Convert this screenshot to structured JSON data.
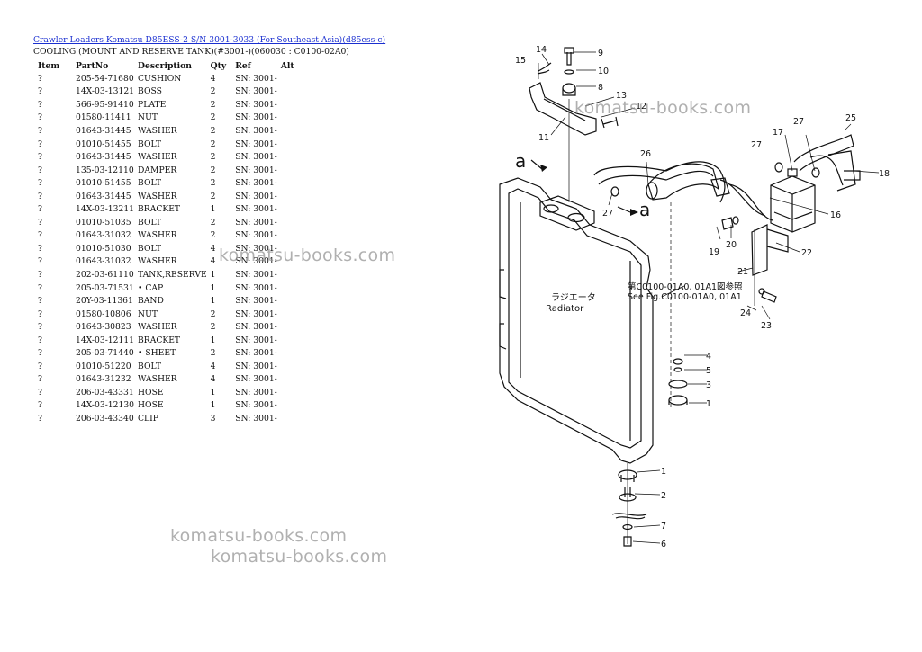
{
  "header": {
    "breadcrumb": "Crawler Loaders Komatsu D85ESS-2 S/N 3001-3033 (For Southeast Asia)(d85ess-c)",
    "subtitle": "COOLING (MOUNT AND RESERVE TANK)(#3001-)(060030 : C0100-02A0)"
  },
  "table": {
    "columns": [
      "Item",
      "PartNo",
      "Description",
      "Qty",
      "Ref",
      "Alt"
    ],
    "rows": [
      {
        "item": "?",
        "part": "205-54-71680",
        "desc": "CUSHION",
        "qty": "4",
        "ref": "SN: 3001-"
      },
      {
        "item": "?",
        "part": "14X-03-13121",
        "desc": "BOSS",
        "qty": "2",
        "ref": "SN: 3001-"
      },
      {
        "item": "?",
        "part": "566-95-91410",
        "desc": "PLATE",
        "qty": "2",
        "ref": "SN: 3001-"
      },
      {
        "item": "?",
        "part": "01580-11411",
        "desc": "NUT",
        "qty": "2",
        "ref": "SN: 3001-"
      },
      {
        "item": "?",
        "part": "01643-31445",
        "desc": "WASHER",
        "qty": "2",
        "ref": "SN: 3001-"
      },
      {
        "item": "?",
        "part": "01010-51455",
        "desc": "BOLT",
        "qty": "2",
        "ref": "SN: 3001-"
      },
      {
        "item": "?",
        "part": "01643-31445",
        "desc": "WASHER",
        "qty": "2",
        "ref": "SN: 3001-"
      },
      {
        "item": "?",
        "part": "135-03-12110",
        "desc": "DAMPER",
        "qty": "2",
        "ref": "SN: 3001-"
      },
      {
        "item": "?",
        "part": "01010-51455",
        "desc": "BOLT",
        "qty": "2",
        "ref": "SN: 3001-"
      },
      {
        "item": "?",
        "part": "01643-31445",
        "desc": "WASHER",
        "qty": "2",
        "ref": "SN: 3001-"
      },
      {
        "item": "?",
        "part": "14X-03-13211",
        "desc": "BRACKET",
        "qty": "1",
        "ref": "SN: 3001-"
      },
      {
        "item": "?",
        "part": "01010-51035",
        "desc": "BOLT",
        "qty": "2",
        "ref": "SN: 3001-"
      },
      {
        "item": "?",
        "part": "01643-31032",
        "desc": "WASHER",
        "qty": "2",
        "ref": "SN: 3001-"
      },
      {
        "item": "?",
        "part": "01010-51030",
        "desc": "BOLT",
        "qty": "4",
        "ref": "SN: 3001-"
      },
      {
        "item": "?",
        "part": "01643-31032",
        "desc": "WASHER",
        "qty": "4",
        "ref": "SN: 3001-"
      },
      {
        "item": "?",
        "part": "202-03-61110",
        "desc": "TANK,RESERVE",
        "qty": "1",
        "ref": "SN: 3001-"
      },
      {
        "item": "?",
        "part": "205-03-71531",
        "desc": "• CAP",
        "qty": "1",
        "ref": "SN: 3001-"
      },
      {
        "item": "?",
        "part": "20Y-03-11361",
        "desc": "BAND",
        "qty": "1",
        "ref": "SN: 3001-"
      },
      {
        "item": "?",
        "part": "01580-10806",
        "desc": "NUT",
        "qty": "2",
        "ref": "SN: 3001-"
      },
      {
        "item": "?",
        "part": "01643-30823",
        "desc": "WASHER",
        "qty": "2",
        "ref": "SN: 3001-"
      },
      {
        "item": "?",
        "part": "14X-03-12111",
        "desc": "BRACKET",
        "qty": "1",
        "ref": "SN: 3001-"
      },
      {
        "item": "?",
        "part": "205-03-71440",
        "desc": "• SHEET",
        "qty": "2",
        "ref": "SN: 3001-"
      },
      {
        "item": "?",
        "part": "01010-51220",
        "desc": "BOLT",
        "qty": "4",
        "ref": "SN: 3001-"
      },
      {
        "item": "?",
        "part": "01643-31232",
        "desc": "WASHER",
        "qty": "4",
        "ref": "SN: 3001-"
      },
      {
        "item": "?",
        "part": "206-03-43331",
        "desc": "HOSE",
        "qty": "1",
        "ref": "SN: 3001-"
      },
      {
        "item": "?",
        "part": "14X-03-12130",
        "desc": "HOSE",
        "qty": "1",
        "ref": "SN: 3001-"
      },
      {
        "item": "?",
        "part": "206-03-43340",
        "desc": "CLIP",
        "qty": "3",
        "ref": "SN: 3001-"
      }
    ]
  },
  "watermark": "komatsu-books.com",
  "diagram": {
    "callouts": [
      "1",
      "2",
      "3",
      "4",
      "5",
      "6",
      "7",
      "8",
      "9",
      "10",
      "11",
      "12",
      "13",
      "14",
      "15",
      "16",
      "17",
      "18",
      "19",
      "20",
      "21",
      "22",
      "23",
      "24",
      "25",
      "26",
      "27"
    ],
    "view_marker": "a",
    "radiator_label_jp": "ラジエータ",
    "radiator_label_en": "Radiator",
    "see_fig_jp": "第C0100-01A0, 01A1図参照",
    "see_fig_en": "See Fig.C0100-01A0, 01A1"
  }
}
